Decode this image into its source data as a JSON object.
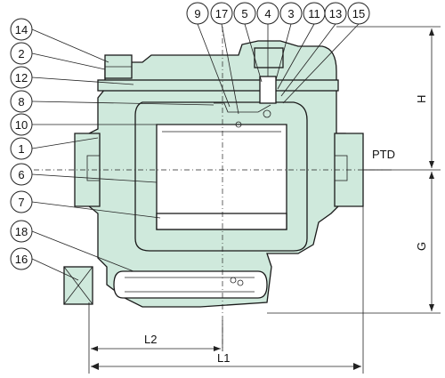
{
  "colors": {
    "body_fill": "#cfe9dc",
    "outline": "#1a1a1a",
    "background": "#ffffff"
  },
  "callouts_left": [
    "14",
    "2",
    "12",
    "8",
    "10",
    "1",
    "6",
    "7",
    "18",
    "16"
  ],
  "callouts_top": [
    "9",
    "17",
    "5",
    "4",
    "3",
    "11",
    "13",
    "15"
  ],
  "dimensions": {
    "height_top": "H",
    "height_bottom": "G",
    "length_total": "L1",
    "length_half": "L2",
    "inlet": "PTD"
  }
}
